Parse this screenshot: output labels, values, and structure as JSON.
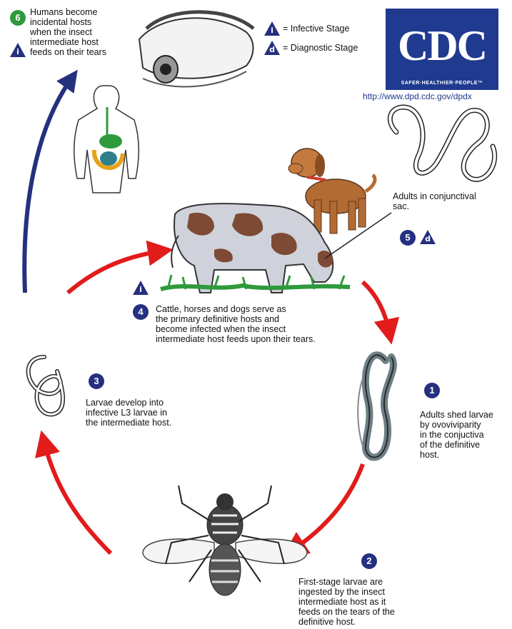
{
  "colors": {
    "blue": "#25307f",
    "red": "#e21b1b",
    "green": "#2e9a3c",
    "cdc_blue": "#1f3a8f"
  },
  "legend": {
    "infective_letter": "i",
    "infective_label": "= Infective Stage",
    "diagnostic_letter": "d",
    "diagnostic_label": "= Diagnostic Stage"
  },
  "logo": {
    "wordmark": "CDC",
    "tagline": "SAFER·HEALTHIER·PEOPLE™"
  },
  "url": "http://www.dpd.cdc.gov/dpdx",
  "steps": {
    "s1": {
      "num": "1",
      "text": "Adults shed larvae\nby ovoviviparity\nin the conjuctiva\nof the definitive\nhost."
    },
    "s2": {
      "num": "2",
      "text": "First-stage larvae are\ningested by the insect\nintermediate host as it\nfeeds on the tears of the\ndefinitive host."
    },
    "s3": {
      "num": "3",
      "text": "Larvae develop into\ninfective L3 larvae in\nthe intermediate host."
    },
    "s4": {
      "num": "4",
      "text": "Cattle, horses and dogs serve as\nthe primary definitive hosts and\nbecome infected when the insect\nintermediate host feeds upon their tears."
    },
    "s5": {
      "num": "5",
      "text": "Adults in conjunctival\nsac."
    },
    "s6": {
      "num": "6",
      "text": "Humans become\nincidental hosts\nwhen the insect\nintermediate host\nfeeds on their tears"
    }
  }
}
